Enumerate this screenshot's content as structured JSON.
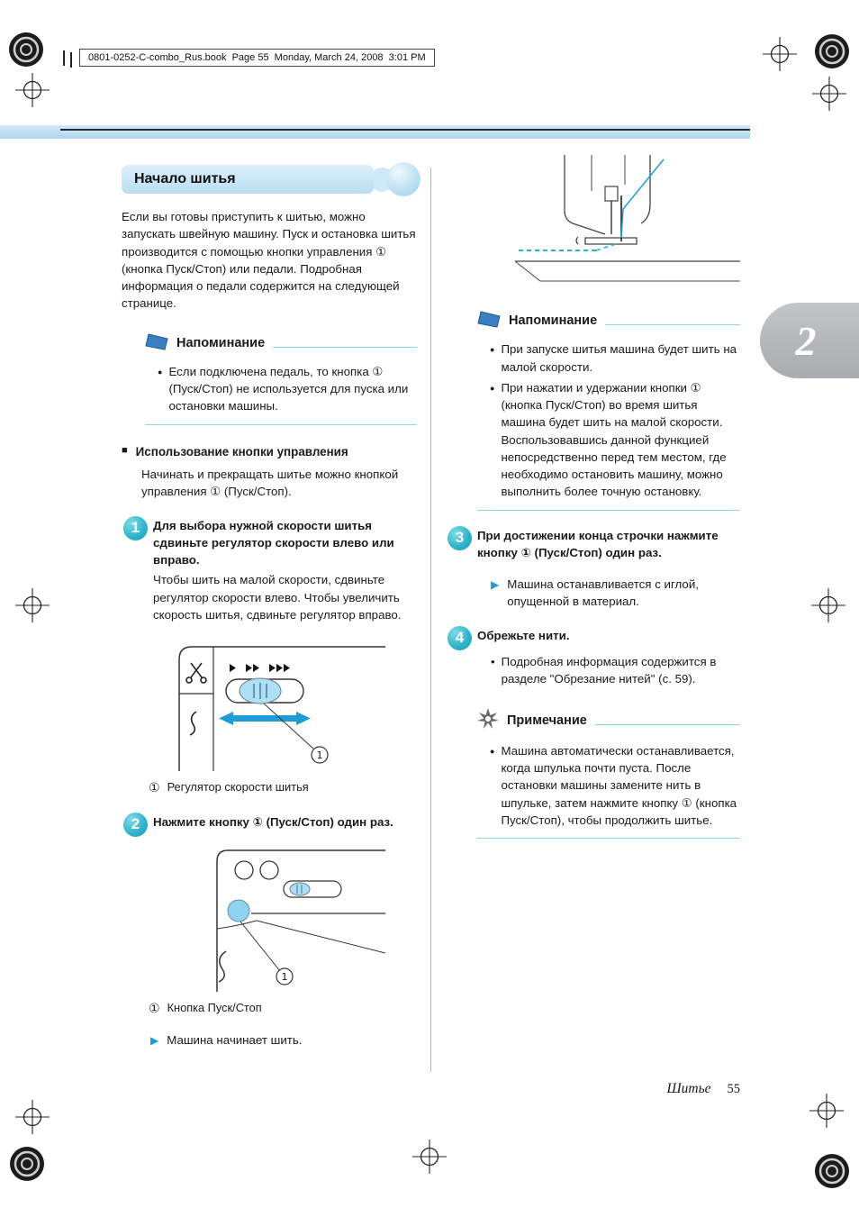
{
  "page": {
    "header_text": "0801-0252-C-combo_Rus.book  Page 55  Monday, March 24, 2008  3:01 PM",
    "chapter_tab": "2",
    "footer_label": "Шитье",
    "footer_page": "55"
  },
  "icons": {
    "bullet": "●",
    "small_bullet": "•",
    "square_marker": "■",
    "result_arrow": "▶"
  },
  "colors": {
    "accent_teal": "#2eb2c8",
    "accent_blue": "#1e9cd7",
    "rule_cyan": "#8ed6ea",
    "title_bg": "#b9def2",
    "tab_gray": "#aeb0b3"
  },
  "figures": {
    "fig1_callout": "1",
    "fig2_callout": "1"
  },
  "left": {
    "title": "Начало шитья",
    "intro": "Если вы готовы приступить к шитью, можно запускать швейную машину. Пуск и остановка шитья производится с помощью кнопки управления ① (кнопка Пуск/Стоп) или педали. Подробная информация о педали содержится на следующей странице.",
    "reminder": {
      "title": "Напоминание",
      "items": [
        "Если подключена педаль, то кнопка ① (Пуск/Стоп) не используется для пуска или остановки машины."
      ]
    },
    "subsection": {
      "title": "Использование кнопки управления",
      "body": "Начинать и прекращать шитье можно кнопкой управления ① (Пуск/Стоп)."
    },
    "step1": {
      "num": "1",
      "bold": "Для выбора нужной скорости шитья сдвиньте регулятор скорости влево или вправо.",
      "body": "Чтобы шить на малой скорости, сдвиньте регулятор скорости влево. Чтобы увеличить скорость шитья, сдвиньте регулятор вправо."
    },
    "fig1_caption_num": "①",
    "fig1_caption": "Регулятор скорости шитья",
    "step2": {
      "num": "2",
      "bold": "Нажмите кнопку ① (Пуск/Стоп) один раз."
    },
    "fig2_caption_num": "①",
    "fig2_caption": "Кнопка Пуск/Стоп",
    "result": "Машина начинает шить."
  },
  "right": {
    "reminder": {
      "title": "Напоминание",
      "items": [
        "При запуске шитья машина будет шить на малой скорости.",
        "При нажатии и удержании кнопки ① (кнопка Пуск/Стоп) во время шитья машина будет шить на малой скорости. Воспользовавшись данной функцией непосредственно перед тем местом, где необходимо остановить машину, можно выполнить более точную остановку."
      ]
    },
    "step3": {
      "num": "3",
      "bold": "При достижении конца строчки нажмите кнопку ① (Пуск/Стоп) один раз."
    },
    "result3": "Машина останавливается с иглой, опущенной в материал.",
    "step4": {
      "num": "4",
      "bold": "Обрежьте нити.",
      "note": "Подробная информация содержится в разделе \"Обрезание нитей\" (с. 59)."
    },
    "note": {
      "title": "Примечание",
      "items": [
        "Машина автоматически останавливается, когда шпулька почти пуста. После остановки машины замените нить в шпульке, затем нажмите кнопку ① (кнопка Пуск/Стоп), чтобы продолжить шитье."
      ]
    }
  }
}
